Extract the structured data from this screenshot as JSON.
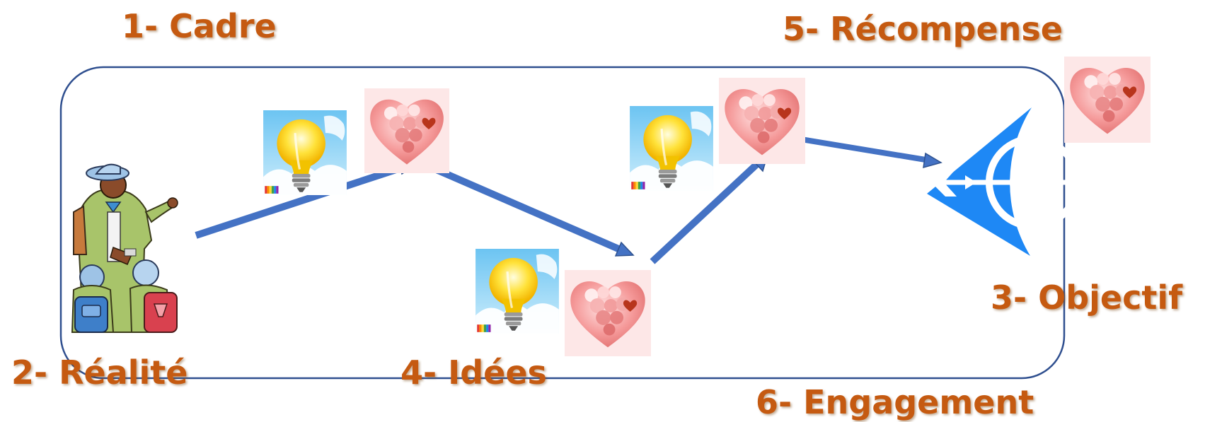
{
  "labels": {
    "cadre": "1- Cadre",
    "realite": "2- Réalité",
    "objectif": "3- Objectif",
    "idees": "4- Idées",
    "recompense": "5- Récompense",
    "engagement": "6- Engagement"
  },
  "icons": {
    "guide": "guide-with-children-icon",
    "idea": "lightbulb-icon",
    "reward": "heart-icon",
    "goal": "target-with-arrow-icon"
  },
  "colors": {
    "label": "#c55a11",
    "frame": "#2f4f8f",
    "arrow": "#4472c4",
    "target": "#1e88f5"
  }
}
